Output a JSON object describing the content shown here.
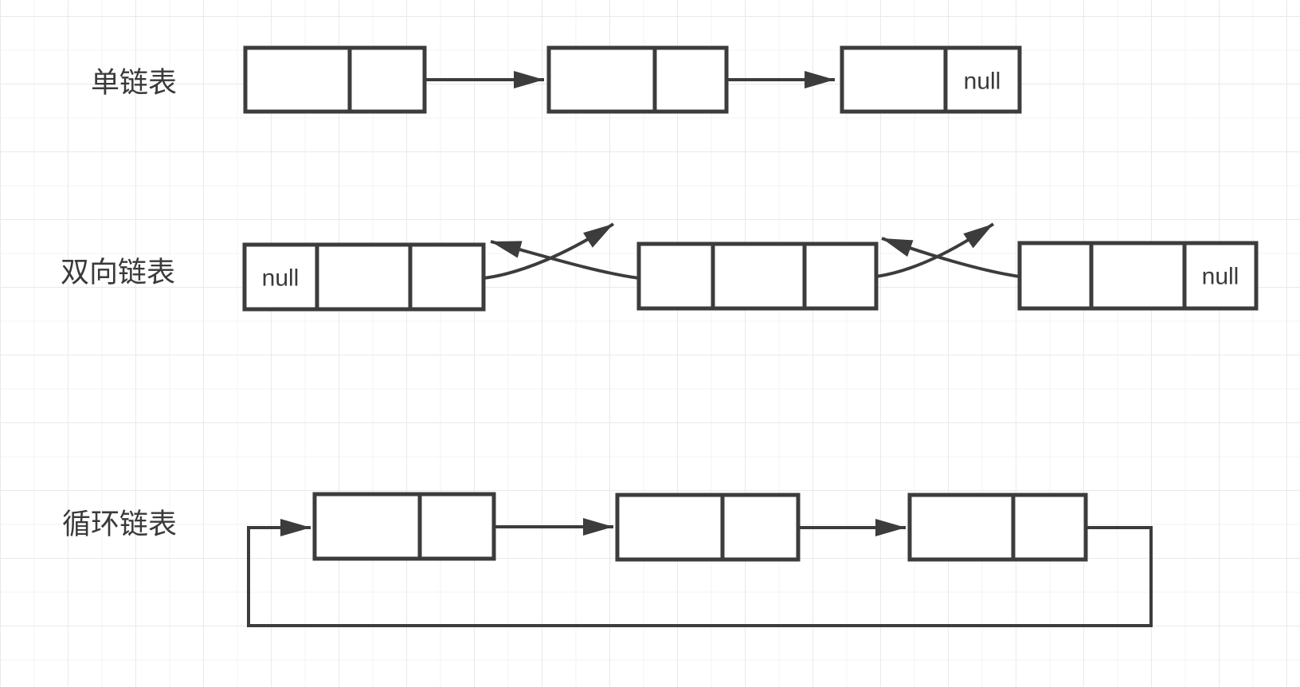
{
  "theme": {
    "bg": "#ffffff",
    "grid-minor": "#f3f3f3",
    "grid-major": "#e9e9e9",
    "stroke": "#3c3c3c",
    "text": "#3a3a3a"
  },
  "rows": {
    "singly": {
      "label": "单链表",
      "node_count": 3,
      "tail_null": "null"
    },
    "doubly": {
      "label": "双向链表",
      "node_count": 3,
      "head_null": "null",
      "tail_null": "null"
    },
    "circular": {
      "label": "循环链表",
      "node_count": 3
    }
  }
}
